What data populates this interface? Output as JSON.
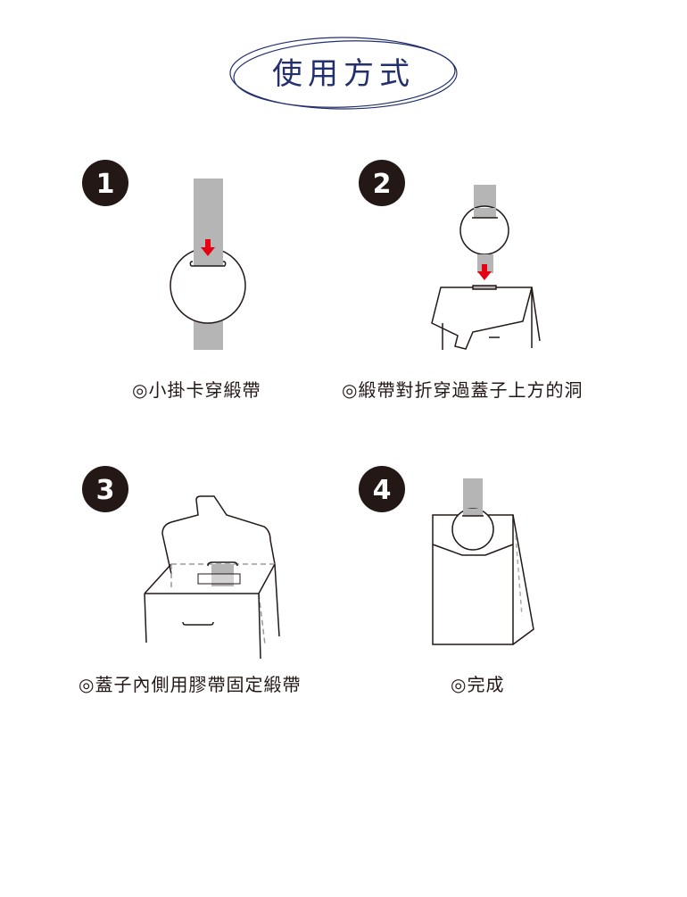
{
  "title": "使用方式",
  "colors": {
    "title": "#23306e",
    "ribbon": "#b5b5b5",
    "arrow": "#e60012",
    "line": "#231815"
  },
  "steps": [
    {
      "number": "1",
      "caption": "◎小掛卡穿緞帶"
    },
    {
      "number": "2",
      "caption": "◎緞帶對折穿過蓋子上方的洞"
    },
    {
      "number": "3",
      "caption": "◎蓋子內側用膠帶固定緞帶"
    },
    {
      "number": "4",
      "caption": "◎完成"
    }
  ]
}
